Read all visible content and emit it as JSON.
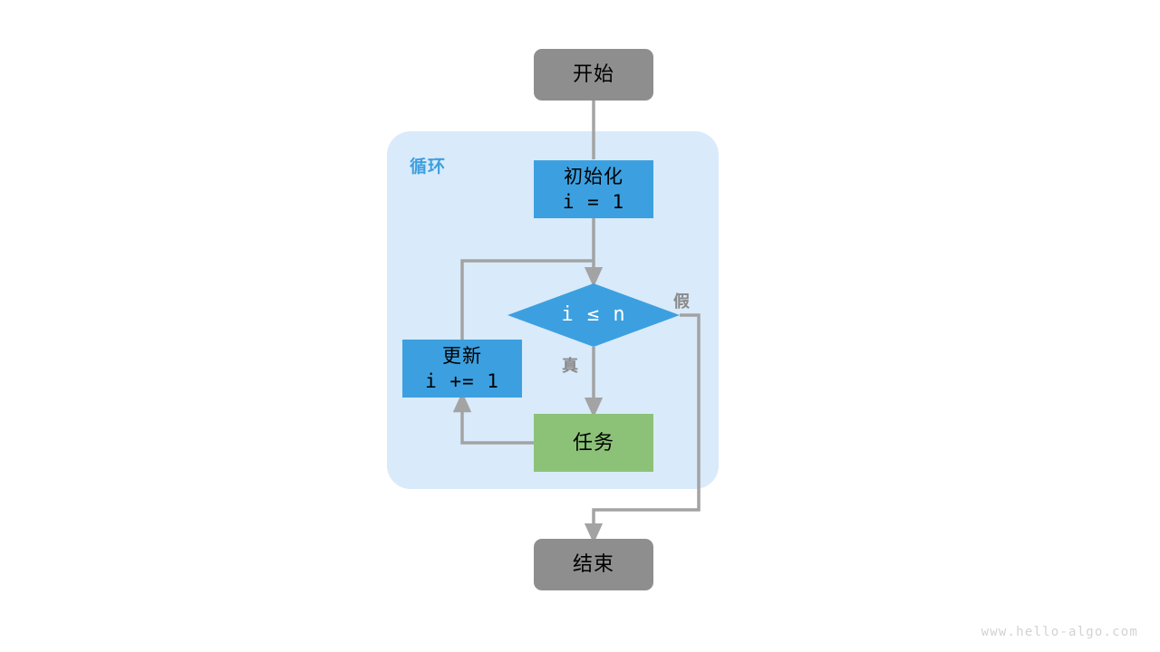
{
  "diagram": {
    "title_watermark": "www.hello-algo.com",
    "loop_group_label": "循环",
    "colors": {
      "terminator": "#8e8e8e",
      "process": "#3ca0e0",
      "task": "#8cc278",
      "loop_background": "#d9eafa",
      "edge": "#a3a3a3",
      "edge_label": "#8a8a8a",
      "loop_label": "#3ca0e0",
      "node_text": "#ffffff",
      "watermark": "#d2d2d2",
      "page_background": "#ffffff"
    },
    "nodes": {
      "start": {
        "label": "开始",
        "shape": "terminator"
      },
      "init": {
        "label_line1": "初始化",
        "label_line2": "i = 1",
        "shape": "process"
      },
      "decision": {
        "label": "i ≤ n",
        "shape": "diamond"
      },
      "update": {
        "label_line1": "更新",
        "label_line2": "i += 1",
        "shape": "process"
      },
      "task": {
        "label": "任务",
        "shape": "process"
      },
      "end": {
        "label": "结束",
        "shape": "terminator"
      }
    },
    "edges": {
      "true_label": "真",
      "false_label": "假"
    }
  }
}
